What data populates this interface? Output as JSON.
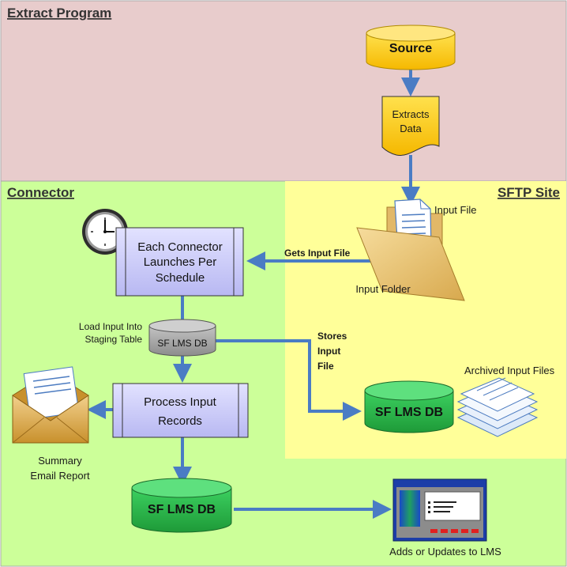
{
  "regions": {
    "extract": {
      "title": "Extract Program",
      "color": "#e8cccc"
    },
    "connector": {
      "title": "Connector",
      "color": "#ccff99"
    },
    "sftp": {
      "title": "SFTP Site",
      "color": "#ffff99"
    }
  },
  "nodes": {
    "source": "Source",
    "extracts_line1": "Extracts",
    "extracts_line2": "Data",
    "input_file": "Input File",
    "input_folder": "Input Folder",
    "connector_line1": "Each Connector",
    "connector_line2": "Launches Per",
    "connector_line3": "Schedule",
    "staging_db": "SF LMS DB",
    "process_line1": "Process Input",
    "process_line2": "Records",
    "archive_db": "SF LMS DB",
    "archived_files": "Archived Input Files",
    "final_db": "SF LMS DB",
    "summary_line1": "Summary",
    "summary_line2": "Email Report",
    "lms_label": "Adds or Updates to LMS"
  },
  "edges": {
    "gets_input_file": "Gets Input File",
    "load_line1": "Load Input Into",
    "load_line2": "Staging Table",
    "stores_line1": "Stores",
    "stores_line2": "Input",
    "stores_line3": "File"
  },
  "colors": {
    "flow": "#4a7cc4",
    "source_fill": "#ffcc00",
    "process_fill": "#ccccff",
    "db_green": "#2db84a",
    "db_gray": "#a6a6a6"
  }
}
